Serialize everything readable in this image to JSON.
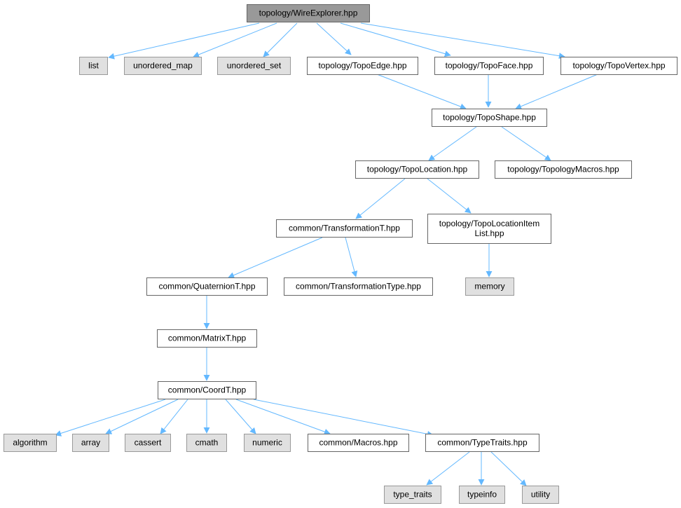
{
  "diagram": {
    "nodes": [
      {
        "id": "wire",
        "label": [
          "topology/WireExplorer.hpp"
        ],
        "kind": "root"
      },
      {
        "id": "list",
        "label": [
          "list"
        ],
        "kind": "sys"
      },
      {
        "id": "umap",
        "label": [
          "unordered_map"
        ],
        "kind": "sys"
      },
      {
        "id": "uset",
        "label": [
          "unordered_set"
        ],
        "kind": "sys"
      },
      {
        "id": "edge",
        "label": [
          "topology/TopoEdge.hpp"
        ],
        "kind": "file"
      },
      {
        "id": "face",
        "label": [
          "topology/TopoFace.hpp"
        ],
        "kind": "file"
      },
      {
        "id": "vertex",
        "label": [
          "topology/TopoVertex.hpp"
        ],
        "kind": "file"
      },
      {
        "id": "shape",
        "label": [
          "topology/TopoShape.hpp"
        ],
        "kind": "file"
      },
      {
        "id": "location",
        "label": [
          "topology/TopoLocation.hpp"
        ],
        "kind": "file"
      },
      {
        "id": "macros_topo",
        "label": [
          "topology/TopologyMacros.hpp"
        ],
        "kind": "file"
      },
      {
        "id": "transT",
        "label": [
          "common/TransformationT.hpp"
        ],
        "kind": "file"
      },
      {
        "id": "locItem",
        "label": [
          "topology/TopoLocationItem",
          "List.hpp"
        ],
        "kind": "file"
      },
      {
        "id": "quat",
        "label": [
          "common/QuaternionT.hpp"
        ],
        "kind": "file"
      },
      {
        "id": "transType",
        "label": [
          "common/TransformationType.hpp"
        ],
        "kind": "file"
      },
      {
        "id": "memory",
        "label": [
          "memory"
        ],
        "kind": "sys"
      },
      {
        "id": "matrix",
        "label": [
          "common/MatrixT.hpp"
        ],
        "kind": "file"
      },
      {
        "id": "coord",
        "label": [
          "common/CoordT.hpp"
        ],
        "kind": "file"
      },
      {
        "id": "algorithm",
        "label": [
          "algorithm"
        ],
        "kind": "sys"
      },
      {
        "id": "array",
        "label": [
          "array"
        ],
        "kind": "sys"
      },
      {
        "id": "cassert",
        "label": [
          "cassert"
        ],
        "kind": "sys"
      },
      {
        "id": "cmath",
        "label": [
          "cmath"
        ],
        "kind": "sys"
      },
      {
        "id": "numeric",
        "label": [
          "numeric"
        ],
        "kind": "sys"
      },
      {
        "id": "cmacros",
        "label": [
          "common/Macros.hpp"
        ],
        "kind": "file"
      },
      {
        "id": "traits",
        "label": [
          "common/TypeTraits.hpp"
        ],
        "kind": "file"
      },
      {
        "id": "type_traits",
        "label": [
          "type_traits"
        ],
        "kind": "sys"
      },
      {
        "id": "typeinfo",
        "label": [
          "typeinfo"
        ],
        "kind": "sys"
      },
      {
        "id": "utility",
        "label": [
          "utility"
        ],
        "kind": "sys"
      }
    ],
    "edges": [
      [
        "wire",
        "list"
      ],
      [
        "wire",
        "umap"
      ],
      [
        "wire",
        "uset"
      ],
      [
        "wire",
        "edge"
      ],
      [
        "wire",
        "face"
      ],
      [
        "wire",
        "vertex"
      ],
      [
        "edge",
        "shape"
      ],
      [
        "face",
        "shape"
      ],
      [
        "vertex",
        "shape"
      ],
      [
        "shape",
        "location"
      ],
      [
        "shape",
        "macros_topo"
      ],
      [
        "location",
        "transT"
      ],
      [
        "location",
        "locItem"
      ],
      [
        "transT",
        "quat"
      ],
      [
        "transT",
        "transType"
      ],
      [
        "locItem",
        "memory"
      ],
      [
        "quat",
        "matrix"
      ],
      [
        "matrix",
        "coord"
      ],
      [
        "coord",
        "algorithm"
      ],
      [
        "coord",
        "array"
      ],
      [
        "coord",
        "cassert"
      ],
      [
        "coord",
        "cmath"
      ],
      [
        "coord",
        "numeric"
      ],
      [
        "coord",
        "cmacros"
      ],
      [
        "coord",
        "traits"
      ],
      [
        "traits",
        "type_traits"
      ],
      [
        "traits",
        "typeinfo"
      ],
      [
        "traits",
        "utility"
      ]
    ],
    "colors": {
      "edge": "#63b8ff",
      "root_fill": "#999999",
      "system_fill": "#e0e0e0",
      "file_fill": "#ffffff",
      "border": "#666666"
    }
  }
}
